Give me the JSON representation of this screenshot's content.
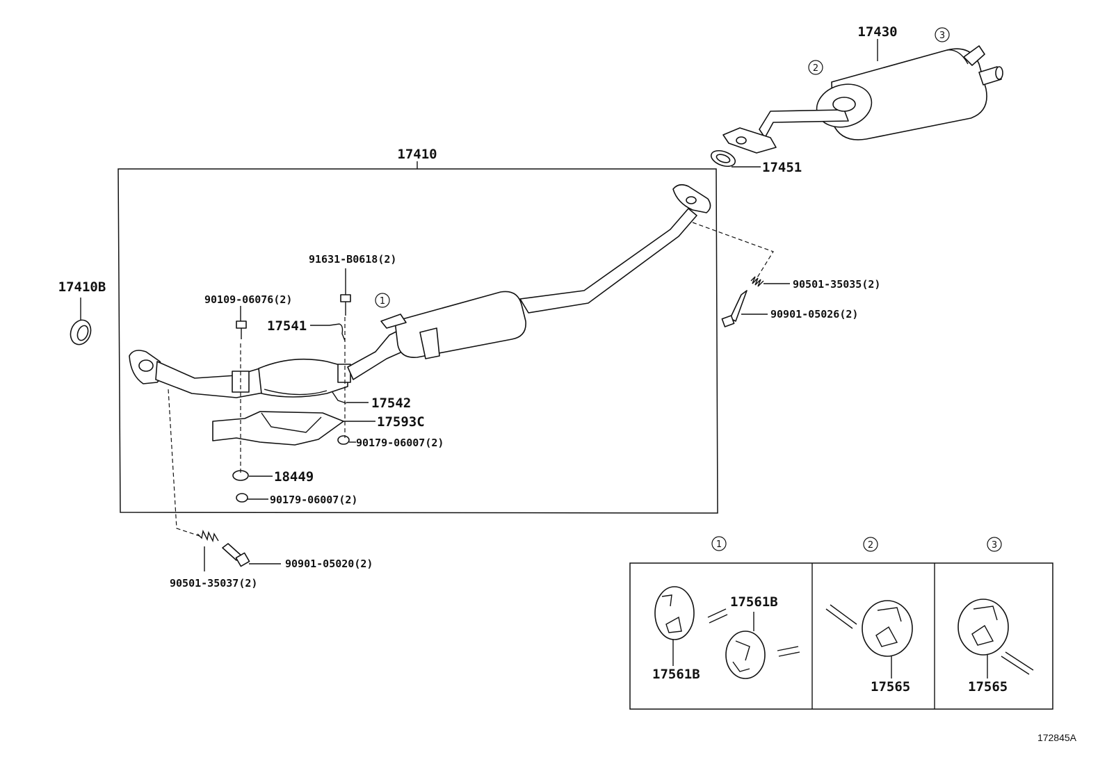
{
  "diagram": {
    "figure_code": "172845A",
    "assembly_label": "17410",
    "labels": {
      "p17430": "17430",
      "p17451": "17451",
      "p17410B": "17410B",
      "p91631": "91631-B0618(2)",
      "p90109": "90109-06076(2)",
      "p17541": "17541",
      "p17542": "17542",
      "p17593C": "17593C",
      "p90179a": "90179-06007(2)",
      "p18449": "18449",
      "p90179b": "90179-06007(2)",
      "p90501a": "90501-35035(2)",
      "p90901a": "90901-05026(2)",
      "p90901b": "90901-05020(2)",
      "p90501b": "90501-35037(2)"
    },
    "circles": {
      "c1_main": "1",
      "c2_muffler": "2",
      "c3_muffler": "3",
      "c1_panel": "1",
      "c2_panel": "2",
      "c3_panel": "3"
    },
    "panels": {
      "panel1_a": "17561B",
      "panel1_b": "17561B",
      "panel2": "17565",
      "panel3": "17565"
    }
  }
}
